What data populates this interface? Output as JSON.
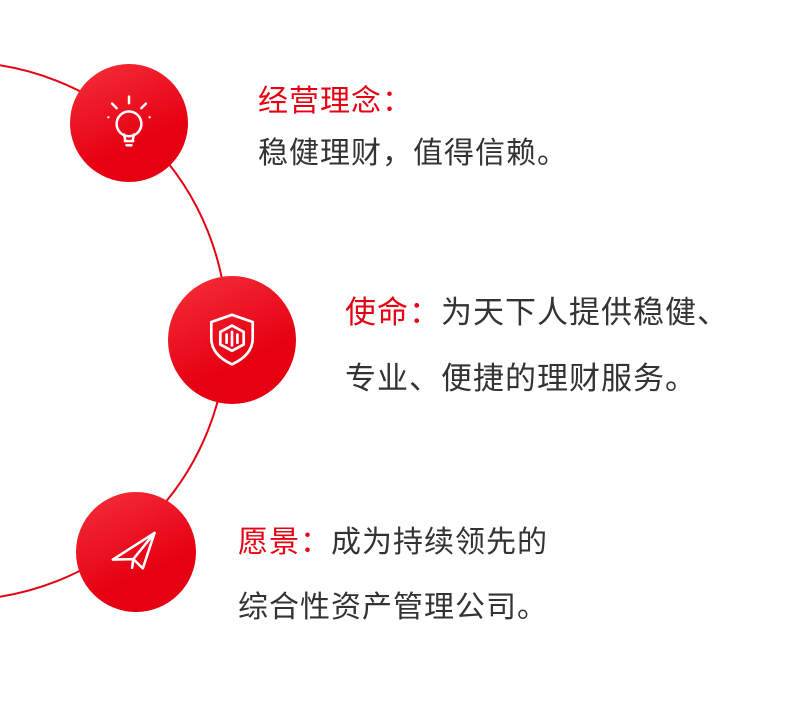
{
  "page": {
    "background_color": "#ffffff",
    "accent_color": "#e60012",
    "body_text_color": "#333333"
  },
  "sections": [
    {
      "id": "philosophy",
      "icon": "lightbulb-icon",
      "title": "经营理念：",
      "lines": [
        "稳健理财，值得信赖。"
      ]
    },
    {
      "id": "mission",
      "icon": "shield-icon",
      "title": "使命：",
      "lines": [
        "为天下人提供稳健、",
        "专业、便捷的理财服务。"
      ]
    },
    {
      "id": "vision",
      "icon": "paper-plane-icon",
      "title": "愿景：",
      "lines": [
        "成为持续领先的",
        "综合性资产管理公司。"
      ]
    }
  ]
}
